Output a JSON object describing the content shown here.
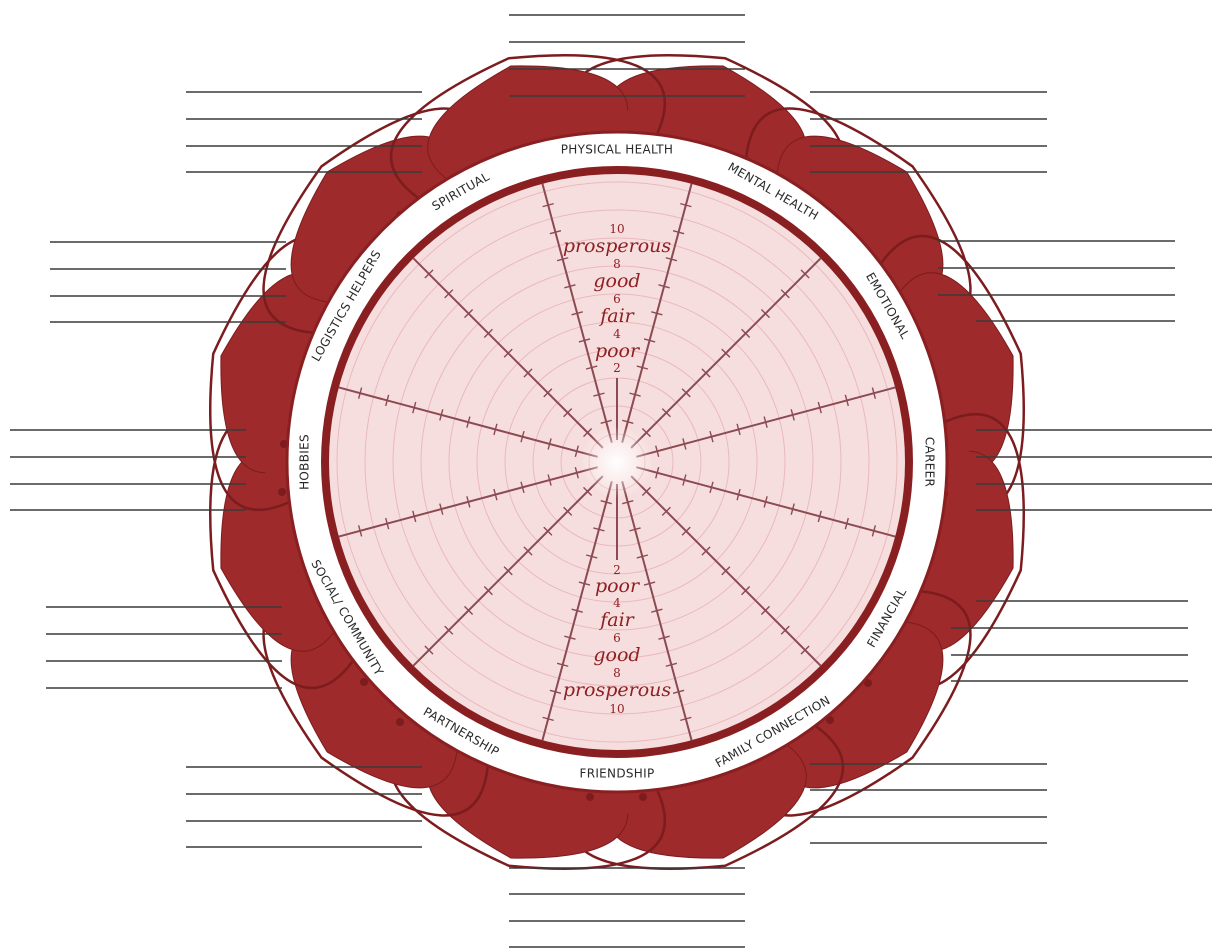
{
  "colors": {
    "petal": "#9e2a2b",
    "petal_dark": "#7c1c1e",
    "ring": "#8a1f22",
    "inner_fill": "#f7dede",
    "spoke": "#8c4a52",
    "text": "#2a2a2a",
    "scale_text": "#8f1f22"
  },
  "segments": [
    {
      "label": "PHYSICAL HEALTH"
    },
    {
      "label": "MENTAL HEALTH"
    },
    {
      "label": "EMOTIONAL"
    },
    {
      "label": "CAREER"
    },
    {
      "label": "FINANCIAL"
    },
    {
      "label": "FAMILY CONNECTION"
    },
    {
      "label": "FRIENDSHIP"
    },
    {
      "label": "PARTNERSHIP"
    },
    {
      "label": "SOCIAL/ COMMUNITY"
    },
    {
      "label": "HOBBIES"
    },
    {
      "label": "LOGISTICS HELPERS"
    },
    {
      "label": "SPIRITUAL"
    }
  ],
  "scale_top": {
    "n10": "10",
    "w_prosperous": "prosperous",
    "n8": "8",
    "w_good": "good",
    "n6": "6",
    "w_fair": "fair",
    "n4": "4",
    "w_poor": "poor",
    "n2": "2"
  },
  "scale_bottom": {
    "n2": "2",
    "w_poor": "poor",
    "n4": "4",
    "w_fair": "fair",
    "n6": "6",
    "w_good": "good",
    "n8": "8",
    "w_prosperous": "prosperous",
    "n10": "10"
  }
}
